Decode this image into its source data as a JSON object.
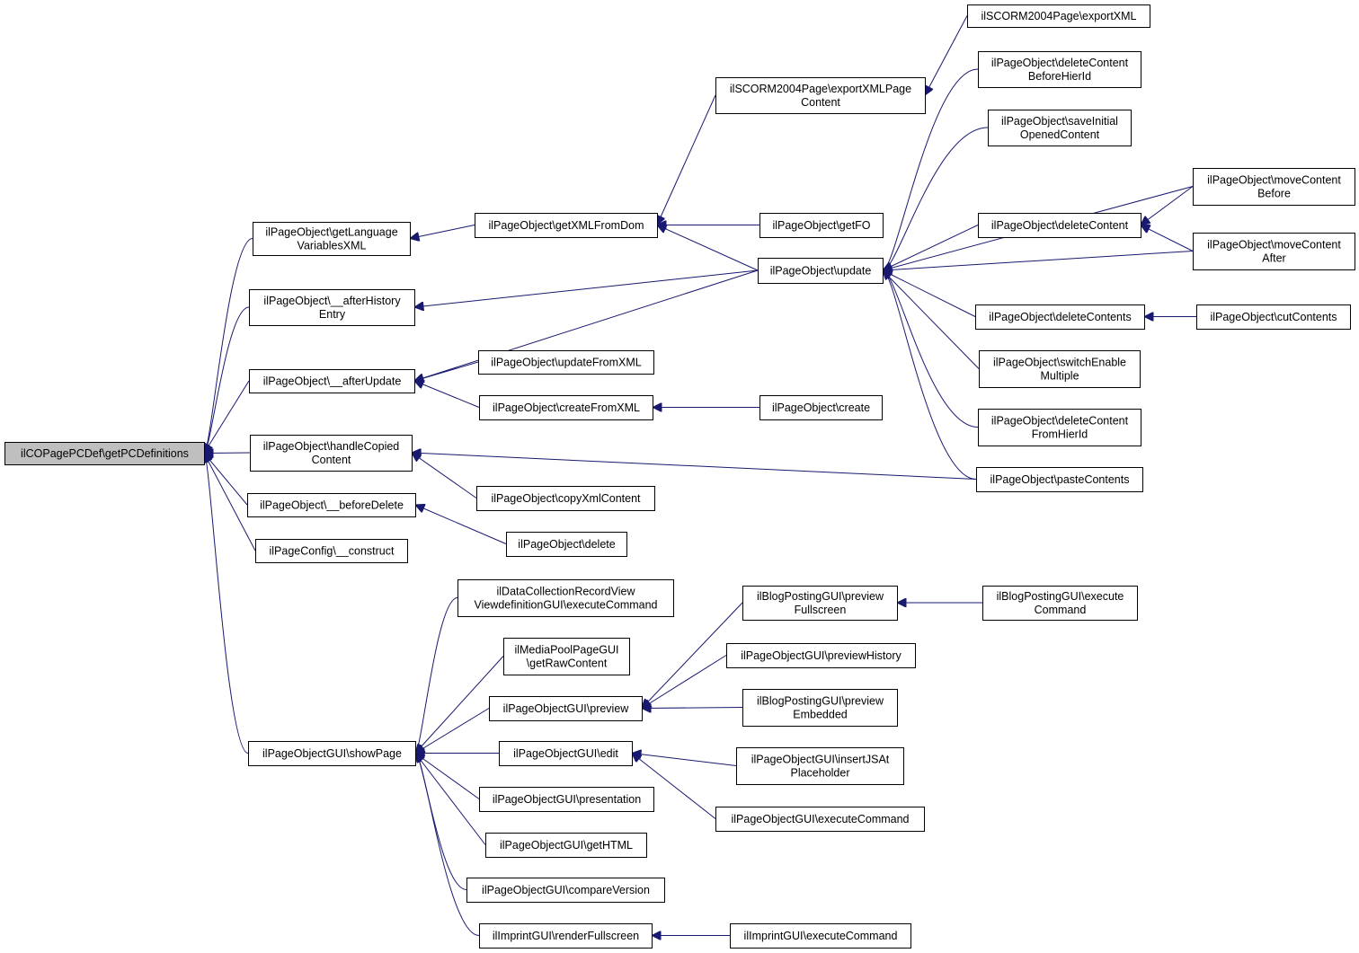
{
  "diagram": {
    "type": "call-graph",
    "direction": "right-to-left",
    "colors": {
      "edge": "#191970",
      "focus_fill": "#bfbfbf",
      "node_fill": "#ffffff",
      "node_border": "#000000"
    },
    "nodes": [
      {
        "id": "n0",
        "lines": [
          "ilCOPagePCDef\\getPCDefinitions"
        ],
        "focus": true
      },
      {
        "id": "n1",
        "lines": [
          "ilPageObject\\getLanguage",
          "VariablesXML"
        ]
      },
      {
        "id": "n2",
        "lines": [
          "ilPageObject\\__afterHistory",
          "Entry"
        ]
      },
      {
        "id": "n3",
        "lines": [
          "ilPageObject\\__afterUpdate"
        ]
      },
      {
        "id": "n4",
        "lines": [
          "ilPageObject\\handleCopied",
          "Content"
        ]
      },
      {
        "id": "n5",
        "lines": [
          "ilPageObject\\__beforeDelete"
        ]
      },
      {
        "id": "n6",
        "lines": [
          "ilPageConfig\\__construct"
        ]
      },
      {
        "id": "n7",
        "lines": [
          "ilPageObjectGUI\\showPage"
        ]
      },
      {
        "id": "n8",
        "lines": [
          "ilPageObject\\getXMLFromDom"
        ]
      },
      {
        "id": "n9",
        "lines": [
          "ilSCORM2004Page\\exportXMLPage",
          "Content"
        ]
      },
      {
        "id": "n10",
        "lines": [
          "ilSCORM2004Page\\exportXML"
        ]
      },
      {
        "id": "n11",
        "lines": [
          "ilPageObject\\getFO"
        ]
      },
      {
        "id": "n12",
        "lines": [
          "ilPageObject\\update"
        ]
      },
      {
        "id": "n13",
        "lines": [
          "ilPageObject\\updateFromXML"
        ]
      },
      {
        "id": "n14",
        "lines": [
          "ilPageObject\\createFromXML"
        ]
      },
      {
        "id": "n15",
        "lines": [
          "ilPageObject\\create"
        ]
      },
      {
        "id": "n16",
        "lines": [
          "ilPageObject\\copyXmlContent"
        ]
      },
      {
        "id": "n17",
        "lines": [
          "ilPageObject\\delete"
        ]
      },
      {
        "id": "n18",
        "lines": [
          "ilPageObject\\deleteContent",
          "BeforeHierId"
        ]
      },
      {
        "id": "n19",
        "lines": [
          "ilPageObject\\saveInitial",
          "OpenedContent"
        ]
      },
      {
        "id": "n20",
        "lines": [
          "ilPageObject\\deleteContent"
        ]
      },
      {
        "id": "n21",
        "lines": [
          "ilPageObject\\moveContent",
          "Before"
        ]
      },
      {
        "id": "n22",
        "lines": [
          "ilPageObject\\moveContent",
          "After"
        ]
      },
      {
        "id": "n23",
        "lines": [
          "ilPageObject\\deleteContents"
        ]
      },
      {
        "id": "n24",
        "lines": [
          "ilPageObject\\cutContents"
        ]
      },
      {
        "id": "n25",
        "lines": [
          "ilPageObject\\switchEnable",
          "Multiple"
        ]
      },
      {
        "id": "n26",
        "lines": [
          "ilPageObject\\deleteContent",
          "FromHierId"
        ]
      },
      {
        "id": "n27",
        "lines": [
          "ilPageObject\\pasteContents"
        ]
      },
      {
        "id": "n28",
        "lines": [
          "ilDataCollectionRecordView",
          "ViewdefinitionGUI\\executeCommand"
        ]
      },
      {
        "id": "n29",
        "lines": [
          "ilMediaPoolPageGUI",
          "\\getRawContent"
        ]
      },
      {
        "id": "n30",
        "lines": [
          "ilPageObjectGUI\\preview"
        ]
      },
      {
        "id": "n31",
        "lines": [
          "ilPageObjectGUI\\edit"
        ]
      },
      {
        "id": "n32",
        "lines": [
          "ilPageObjectGUI\\presentation"
        ]
      },
      {
        "id": "n33",
        "lines": [
          "ilPageObjectGUI\\getHTML"
        ]
      },
      {
        "id": "n34",
        "lines": [
          "ilPageObjectGUI\\compareVersion"
        ]
      },
      {
        "id": "n35",
        "lines": [
          "ilImprintGUI\\renderFullscreen"
        ]
      },
      {
        "id": "n36",
        "lines": [
          "ilBlogPostingGUI\\preview",
          "Fullscreen"
        ]
      },
      {
        "id": "n37",
        "lines": [
          "ilBlogPostingGUI\\execute",
          "Command"
        ]
      },
      {
        "id": "n38",
        "lines": [
          "ilPageObjectGUI\\previewHistory"
        ]
      },
      {
        "id": "n39",
        "lines": [
          "ilBlogPostingGUI\\preview",
          "Embedded"
        ]
      },
      {
        "id": "n40",
        "lines": [
          "ilPageObjectGUI\\insertJSAt",
          "Placeholder"
        ]
      },
      {
        "id": "n41",
        "lines": [
          "ilPageObjectGUI\\executeCommand"
        ]
      },
      {
        "id": "n42",
        "lines": [
          "ilImprintGUI\\executeCommand"
        ]
      }
    ],
    "edges": [
      [
        "n1",
        "n0"
      ],
      [
        "n2",
        "n0"
      ],
      [
        "n3",
        "n0"
      ],
      [
        "n4",
        "n0"
      ],
      [
        "n5",
        "n0"
      ],
      [
        "n6",
        "n0"
      ],
      [
        "n7",
        "n0"
      ],
      [
        "n8",
        "n1"
      ],
      [
        "n12",
        "n2"
      ],
      [
        "n12",
        "n3"
      ],
      [
        "n13",
        "n3"
      ],
      [
        "n14",
        "n3"
      ],
      [
        "n27",
        "n4"
      ],
      [
        "n16",
        "n4"
      ],
      [
        "n17",
        "n5"
      ],
      [
        "n9",
        "n8"
      ],
      [
        "n11",
        "n8"
      ],
      [
        "n12",
        "n8"
      ],
      [
        "n10",
        "n9"
      ],
      [
        "n15",
        "n14"
      ],
      [
        "n18",
        "n12"
      ],
      [
        "n19",
        "n12"
      ],
      [
        "n21",
        "n12"
      ],
      [
        "n20",
        "n12"
      ],
      [
        "n22",
        "n12"
      ],
      [
        "n23",
        "n12"
      ],
      [
        "n25",
        "n12"
      ],
      [
        "n26",
        "n12"
      ],
      [
        "n27",
        "n12"
      ],
      [
        "n21",
        "n20"
      ],
      [
        "n22",
        "n20"
      ],
      [
        "n24",
        "n23"
      ],
      [
        "n28",
        "n7"
      ],
      [
        "n29",
        "n7"
      ],
      [
        "n30",
        "n7"
      ],
      [
        "n31",
        "n7"
      ],
      [
        "n32",
        "n7"
      ],
      [
        "n33",
        "n7"
      ],
      [
        "n34",
        "n7"
      ],
      [
        "n35",
        "n7"
      ],
      [
        "n36",
        "n30"
      ],
      [
        "n38",
        "n30"
      ],
      [
        "n39",
        "n30"
      ],
      [
        "n37",
        "n36"
      ],
      [
        "n40",
        "n31"
      ],
      [
        "n41",
        "n31"
      ],
      [
        "n42",
        "n35"
      ]
    ]
  }
}
